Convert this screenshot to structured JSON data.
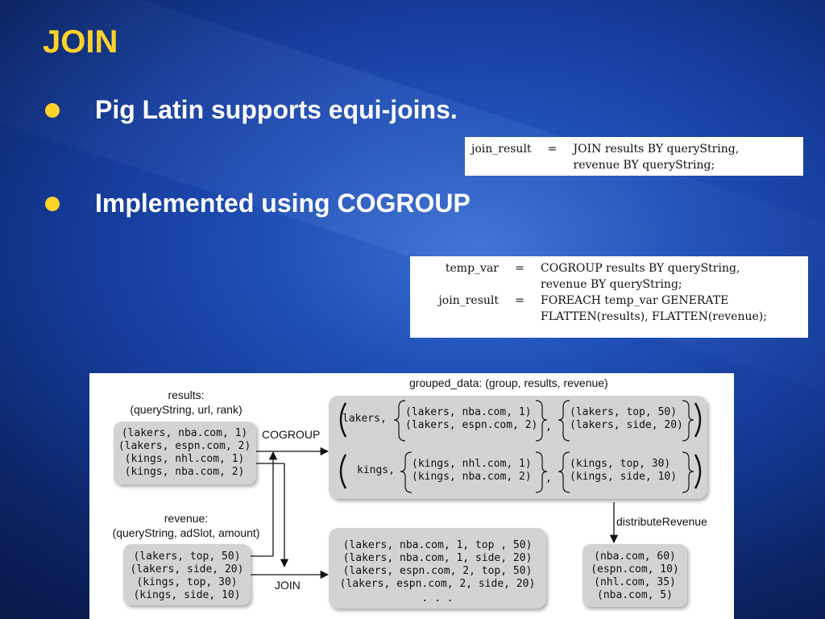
{
  "slide": {
    "title": "JOIN",
    "bullets": [
      "Pig Latin supports equi-joins.",
      "Implemented using COGROUP"
    ]
  },
  "code1": {
    "lines": [
      {
        "lhs": "join_result",
        "eq": "=",
        "rhs": "JOIN results BY queryString,"
      },
      {
        "lhs": "",
        "eq": "",
        "rhs": "revenue BY queryString;"
      }
    ]
  },
  "code2": {
    "lines": [
      {
        "lhs": "temp_var",
        "eq": "=",
        "rhs": "COGROUP results BY queryString,"
      },
      {
        "lhs": "",
        "eq": "",
        "rhs": "revenue BY queryString;"
      },
      {
        "lhs": "join_result",
        "eq": "=",
        "rhs": "FOREACH temp_var GENERATE"
      },
      {
        "lhs": "",
        "eq": "",
        "rhs": "FLATTEN(results), FLATTEN(revenue);"
      }
    ]
  },
  "figure": {
    "results_label": [
      "results:",
      "(queryString, url, rank)"
    ],
    "results_rows": [
      "(lakers, nba.com, 1)",
      "(lakers, espn.com, 2)",
      "(kings, nhl.com, 1)",
      "(kings, nba.com, 2)"
    ],
    "revenue_label": [
      "revenue:",
      "(queryString, adSlot, amount)"
    ],
    "revenue_rows": [
      "(lakers, top, 50)",
      "(lakers, side, 20)",
      "(kings, top, 30)",
      "(kings, side, 10)"
    ],
    "cogroup_label": "COGROUP",
    "join_label": "JOIN",
    "grouped_label": "grouped_data: (group, results, revenue)",
    "group_lakers": {
      "key": "lakers,",
      "results": [
        "(lakers, nba.com, 1)",
        "(lakers, espn.com, 2)"
      ],
      "revenue": [
        "(lakers, top, 50)",
        "(lakers, side, 20)"
      ]
    },
    "group_kings": {
      "key": "kings,",
      "results": [
        "(kings, nhl.com, 1)",
        "(kings, nba.com, 2)"
      ],
      "revenue": [
        "(kings, top, 30)",
        "(kings, side, 10)"
      ]
    },
    "comma": ",",
    "distribute_label": "distributeRevenue",
    "join_rows": [
      "(lakers, nba.com, 1, top , 50)",
      "(lakers, nba.com, 1, side, 20)",
      "(lakers, espn.com, 2, top, 50)",
      "(lakers, espn.com, 2, side, 20)",
      ". . ."
    ],
    "dist_rows": [
      "(nba.com, 60)",
      "(espn.com, 10)",
      "(nhl.com, 35)",
      "(nba.com, 5)"
    ]
  }
}
